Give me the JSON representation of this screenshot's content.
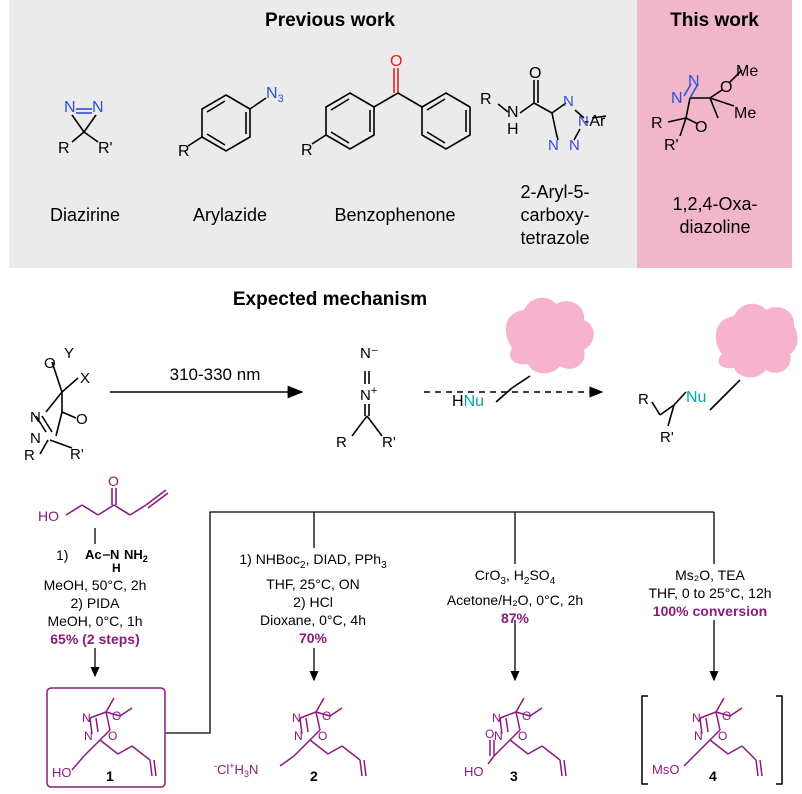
{
  "header": {
    "previous_work": "Previous work",
    "this_work": "This work"
  },
  "groups": [
    {
      "name": "Diazirine"
    },
    {
      "name": "Arylazide"
    },
    {
      "name": "Benzophenone"
    },
    {
      "name_lines": [
        "2-Aryl-5-",
        "carboxy-",
        "tetrazole"
      ]
    },
    {
      "name_lines": [
        "1,2,4-Oxa-",
        "diazoline"
      ]
    }
  ],
  "mechanism": {
    "title": "Expected mechanism",
    "wavelength": "310-330 nm"
  },
  "synthesis": {
    "route1": {
      "step1": "1)",
      "reagent1": "MeOH, 50°C, 2h",
      "step2": "2) PIDA",
      "reagent2": "MeOH, 0°C, 1h",
      "yield": "65% (2 steps)"
    },
    "route2": {
      "lines": [
        "THF, 25°C, ON",
        "2) HCl",
        "Dioxane, 0°C, 4h"
      ],
      "yield": "70%"
    },
    "route3": {
      "line2": "Acetone/H₂O, 0°C, 2h",
      "yield": "87%"
    },
    "route4": {
      "line1": "Ms₂O, TEA",
      "line2": "THF, 0 to 25°C, 12h",
      "yield": "100% conversion"
    }
  },
  "compounds": [
    "1",
    "2",
    "3",
    "4"
  ],
  "colors": {
    "previous_bg": "#ebebeb",
    "this_bg": "#f2b6cb",
    "azo_blue": "#2f4fd6",
    "carbonyl_red": "#e02020",
    "nucleophile_teal": "#00a8a8",
    "product_purple": "#8b1a7e",
    "protein_pink": "#f7b3cd"
  }
}
